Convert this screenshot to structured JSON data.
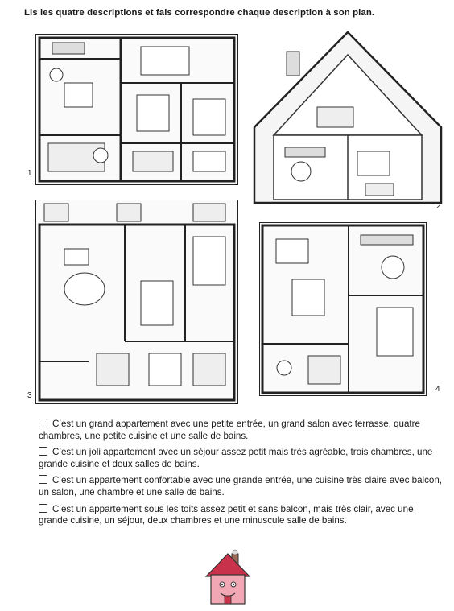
{
  "page": {
    "instruction": "Lis les quatre descriptions et fais correspondre chaque description à son plan."
  },
  "plans": [
    {
      "number": "1"
    },
    {
      "number": "2"
    },
    {
      "number": "3"
    },
    {
      "number": "4"
    }
  ],
  "descriptions": [
    {
      "text": "C’est un grand appartement avec une petite entrée, un grand salon avec terrasse, quatre chambres, une petite cuisine et une salle de bains."
    },
    {
      "text": "C’est un joli appartement avec un séjour assez petit mais très agréable, trois chambres, une grande cuisine et deux salles de bains."
    },
    {
      "text": "C’est un appartement confortable avec une grande entrée, une cuisine très claire avec balcon, un salon, une chambre et une salle de bains."
    },
    {
      "text": "C’est un appartement sous les toits assez petit et sans balcon, mais très clair, avec une grande cuisine, un séjour, deux chambres et une minuscule salle de bains."
    }
  ],
  "colors": {
    "mascot_body": "#f2a7b5",
    "mascot_roof": "#c8324a",
    "ink": "#1a1a1a"
  }
}
